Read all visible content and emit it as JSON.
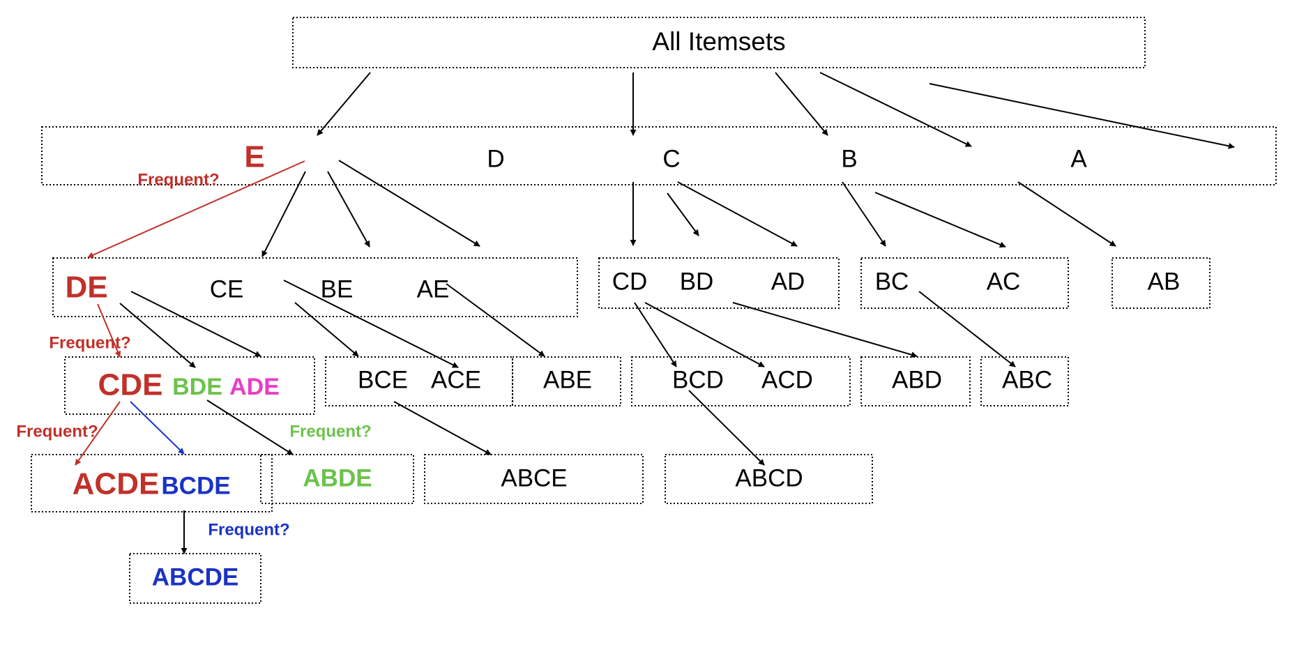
{
  "colors": {
    "black": "#000000",
    "red": "#c0312a",
    "green": "#6cc24a",
    "magenta": "#e83ec6",
    "blue": "#1a33c4"
  },
  "labels": {
    "root": "All Itemsets",
    "l1": {
      "E": "E",
      "D": "D",
      "C": "C",
      "B": "B",
      "A": "A"
    },
    "l2": {
      "DE": "DE",
      "CE": "CE",
      "BE": "BE",
      "AE": "AE",
      "CD": "CD",
      "BD": "BD",
      "AD": "AD",
      "BC": "BC",
      "AC": "AC",
      "AB": "AB"
    },
    "l3": {
      "CDE": "CDE",
      "BDE": "BDE",
      "ADE": "ADE",
      "BCE": "BCE",
      "ACE": "ACE",
      "ABE": "ABE",
      "BCD": "BCD",
      "ACD": "ACD",
      "ABD": "ABD",
      "ABC": "ABC"
    },
    "l4": {
      "ACDE": "ACDE",
      "BCDE": "BCDE",
      "ABDE": "ABDE",
      "ABCE": "ABCE",
      "ABCD": "ABCD"
    },
    "l5": {
      "ABCDE": "ABCDE"
    },
    "frequent": "Frequent?"
  }
}
